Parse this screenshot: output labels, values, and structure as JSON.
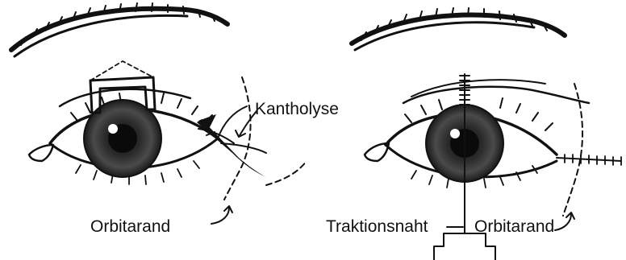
{
  "left_panel": {
    "label_kantholyse": "Kantholyse",
    "label_orbitarand": "Orbitarand"
  },
  "right_panel": {
    "label_traktionsnaht": "Traktionsnaht",
    "label_orbitarand": "Orbitarand"
  },
  "colors": {
    "ink": "#111111",
    "background": "#ffffff"
  }
}
